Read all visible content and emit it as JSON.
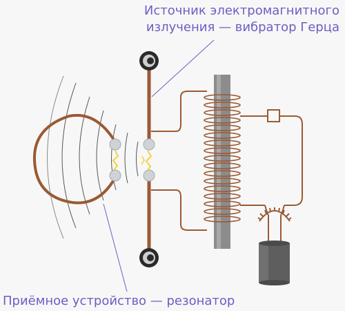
{
  "labels": {
    "source_line1": "Источник электромагнитного",
    "source_line2": "излучения — вибратор Герца",
    "resonator": "Приёмное устройство — резонатор"
  },
  "colors": {
    "label": "#6a5fc4",
    "wire": "#9a5a34",
    "rod": "#8c8c8c",
    "ball": "#cfd3d8",
    "spark": "#f4d23a",
    "leader_line": "#6a5fc4"
  },
  "icons": {
    "terminal": "black-ring-terminal-icon",
    "spark": "spark-icon",
    "coil": "induction-coil-icon",
    "switch": "switch-box-icon",
    "lamp": "filament-icon",
    "battery": "battery-cell-icon"
  }
}
